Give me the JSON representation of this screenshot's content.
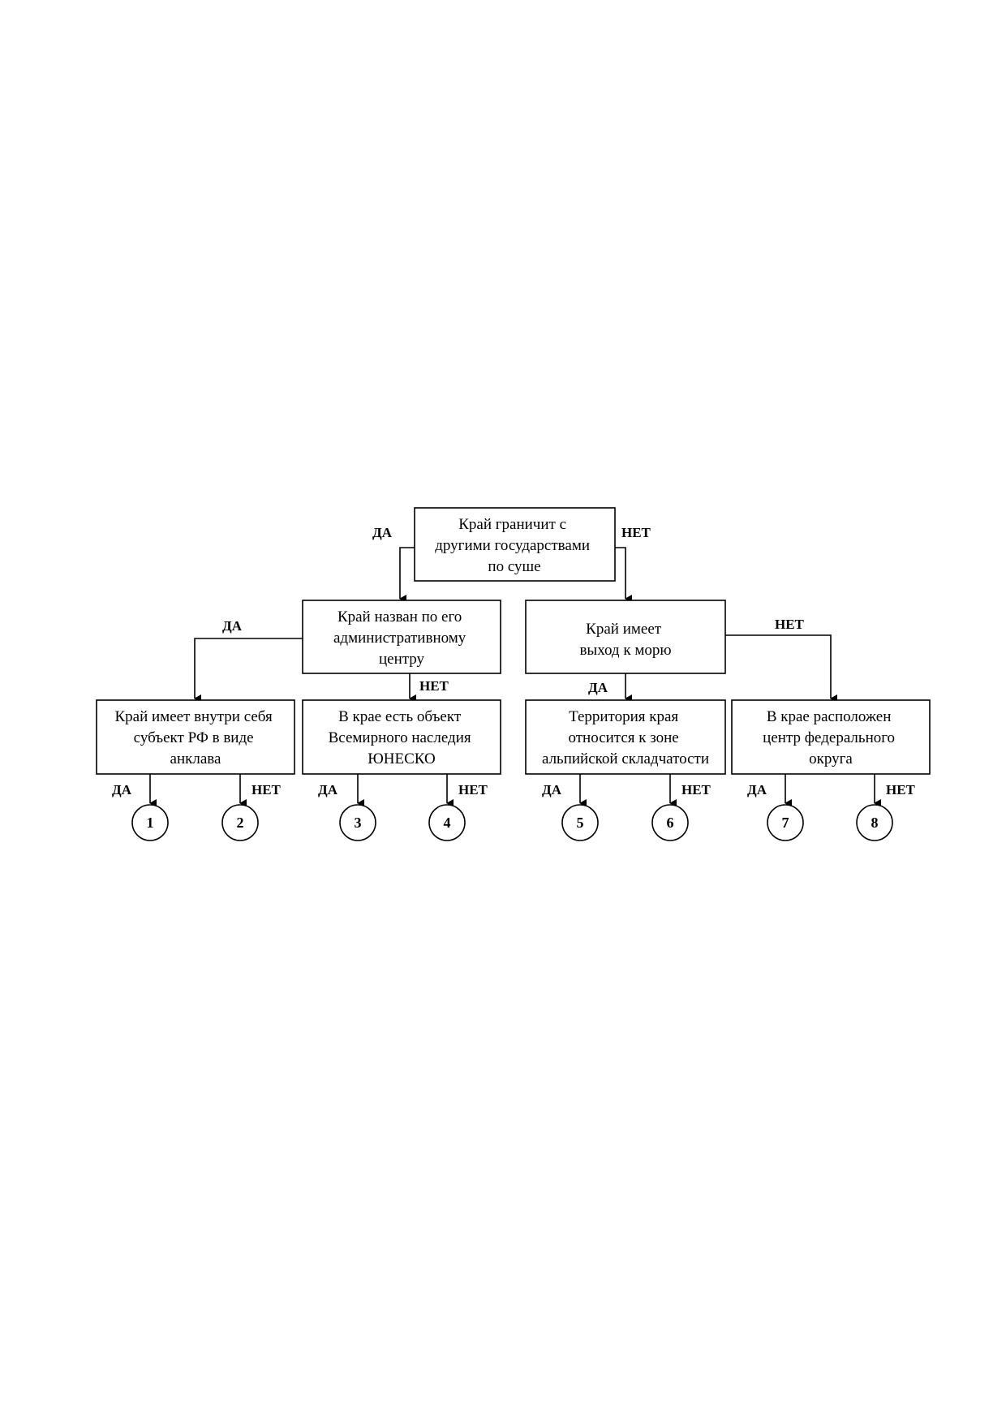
{
  "diagram": {
    "nodes": {
      "root": [
        "Край граничит с",
        "другими государствами",
        "по суше"
      ],
      "named_admin": [
        "Край назван по его",
        "административному",
        "центру"
      ],
      "sea": [
        "Край имеет",
        "выход к морю"
      ],
      "enclave": [
        "Край имеет внутри себя",
        "субъект РФ в виде",
        "анклава"
      ],
      "unesco": [
        "В крае есть объект",
        "Всемирного наследия",
        "ЮНЕСКО"
      ],
      "alpine": [
        "Территория края",
        "относится к зоне",
        "альпийской складчатости"
      ],
      "federal": [
        "В крае расположен",
        "центр федерального",
        "округа"
      ]
    },
    "edges": {
      "root_yes": "ДА",
      "root_no": "НЕТ",
      "named_admin_yes": "ДА",
      "named_admin_no": "НЕТ",
      "sea_yes": "ДА",
      "sea_no": "НЕТ",
      "enclave_yes": "ДА",
      "enclave_no": "НЕТ",
      "unesco_yes": "ДА",
      "unesco_no": "НЕТ",
      "alpine_yes": "ДА",
      "alpine_no": "НЕТ",
      "federal_yes": "ДА",
      "federal_no": "НЕТ"
    },
    "leaves": [
      "1",
      "2",
      "3",
      "4",
      "5",
      "6",
      "7",
      "8"
    ]
  }
}
